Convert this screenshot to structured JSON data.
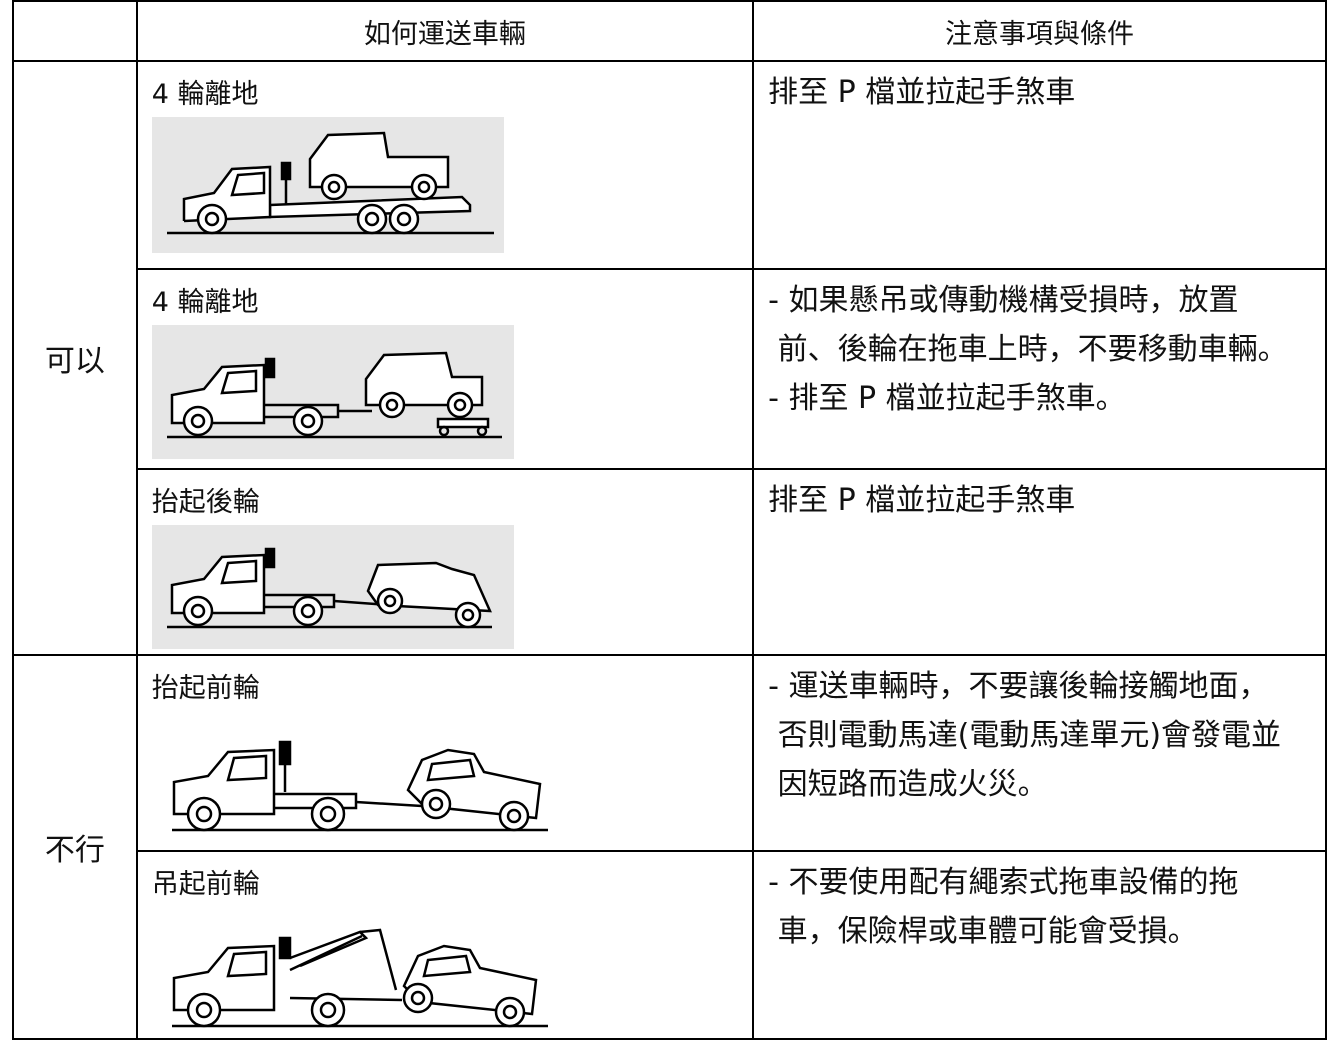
{
  "header": {
    "empty": "",
    "method": "如何運送車輛",
    "notes": "注意事項與條件"
  },
  "categories": {
    "allowed": "可以",
    "not_allowed": "不行"
  },
  "rows": [
    {
      "method": "4 輪離地",
      "illustration": "flatbed-tow-truck-icon",
      "notes": [
        "排至 P 檔並拉起手煞車"
      ]
    },
    {
      "method": "4 輪離地",
      "illustration": "wheel-dolly-tow-icon",
      "notes": [
        "- 如果懸吊或傳動機構受損時，放置",
        " 前、後輪在拖車上時，不要移動車輛。",
        "- 排至 P 檔並拉起手煞車。"
      ]
    },
    {
      "method": "抬起後輪",
      "illustration": "rear-wheel-lift-tow-icon",
      "notes": [
        "排至 P 檔並拉起手煞車"
      ]
    },
    {
      "method": "抬起前輪",
      "illustration": "front-wheel-lift-tow-icon",
      "notes": [
        "- 運送車輛時，不要讓後輪接觸地面，",
        " 否則電動馬達(電動馬達單元)會發電並",
        " 因短路而造成火災。"
      ]
    },
    {
      "method": "吊起前輪",
      "illustration": "sling-hook-tow-icon",
      "notes": [
        "- 不要使用配有繩索式拖車設備的拖",
        " 車，保險桿或車體可能會受損。"
      ]
    }
  ]
}
